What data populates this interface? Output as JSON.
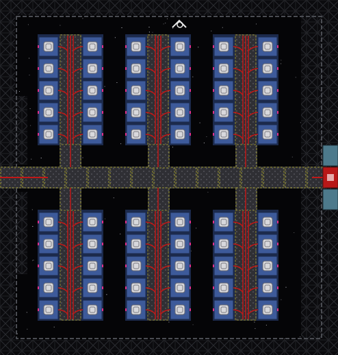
{
  "scene": {
    "kind": "top-down space station build grid",
    "palette": {
      "space": "#050507",
      "star": "#d8d8e0",
      "scaffold": "#303238",
      "scaffold_line": "#4a4c52",
      "floor": "#3a3a3f",
      "floor_dots": "#55555a",
      "corridor_edge": "#c8c030",
      "server_blue": "#3d5a9a",
      "server_dark": "#1c2a4c",
      "server_node": "#d8d8dc",
      "pink_port": "#e0308a",
      "cable_red": "#c01818",
      "airlock_teal": "#4d7a8c",
      "airlock_red": "#b81818"
    },
    "icons": {
      "top_center": "chevron-marker-icon",
      "right_edge": "airlock-door-icon"
    },
    "layout_semantics": {
      "server_blocks": 6,
      "rows_of_blocks": 2,
      "columns_of_blocks": 3,
      "server_racks_per_block": 2,
      "nodes_per_rack": 5,
      "has_horizontal_corridor": true,
      "has_red_power_cables": true
    }
  }
}
